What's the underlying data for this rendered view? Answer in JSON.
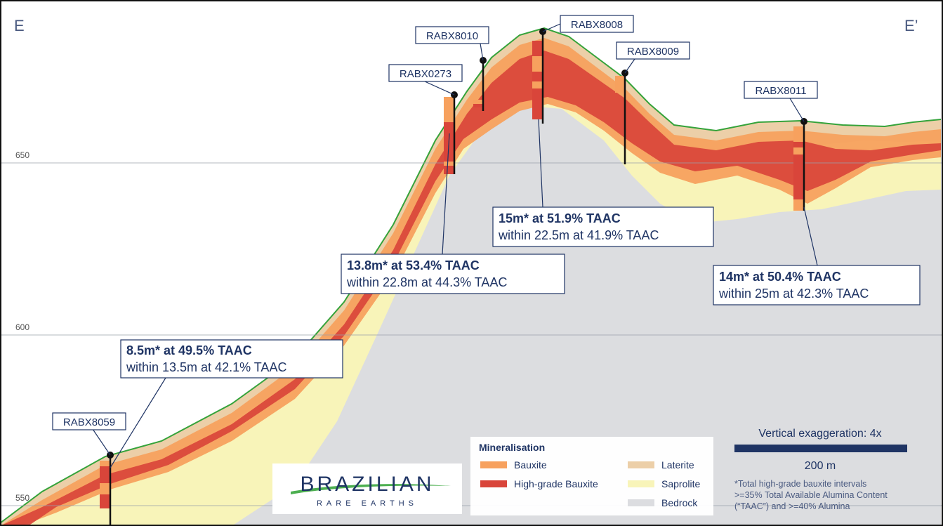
{
  "section": {
    "start_label": "E",
    "end_label": "E’"
  },
  "elevation_axis": {
    "unit": "m",
    "ticks": [
      "650",
      "600",
      "550"
    ]
  },
  "holes": [
    {
      "id": "RABX8059"
    },
    {
      "id": "RABX0273"
    },
    {
      "id": "RABX8010"
    },
    {
      "id": "RABX8008"
    },
    {
      "id": "RABX8009"
    },
    {
      "id": "RABX8011"
    }
  ],
  "intercepts": [
    {
      "hole": "RABX8059",
      "headline": "8.5m* at 49.5% TAAC",
      "detail": "within 13.5m at 42.1% TAAC"
    },
    {
      "hole": "RABX0273",
      "headline": "13.8m* at 53.4% TAAC",
      "detail": "within 22.8m at 44.3% TAAC"
    },
    {
      "hole": "RABX8008",
      "headline": "15m* at 51.9% TAAC",
      "detail": "within 22.5m at 41.9% TAAC"
    },
    {
      "hole": "RABX8011",
      "headline": "14m* at 50.4% TAAC",
      "detail": "within 25m at 42.3% TAAC"
    }
  ],
  "legend": {
    "title": "Mineralisation",
    "items": [
      {
        "label": "Bauxite",
        "color": "#f7a15e"
      },
      {
        "label": "High-grade Bauxite",
        "color": "#d9453a"
      },
      {
        "label": "Laterite",
        "color": "#eccfa8"
      },
      {
        "label": "Saprolite",
        "color": "#f8f4b9"
      },
      {
        "label": "Bedrock",
        "color": "#dcdde0"
      }
    ]
  },
  "scale": {
    "exaggeration": "Vertical exaggeration: 4x",
    "bar_label": "200 m"
  },
  "footnote": [
    "*Total high-grade bauxite intervals",
    ">=35% Total Available Alumina Content",
    "(“TAAC”) and >=40% Alumina"
  ],
  "logo": {
    "name": "BRAZILIAN",
    "tagline": "RARE EARTHS"
  },
  "colors": {
    "navy": "#1f3464",
    "topography": "#35a33b",
    "bauxite": "#f7a15e",
    "high_grade": "#d9453a",
    "laterite": "#eccfa8",
    "saprolite": "#f8f4b9",
    "bedrock": "#dcdde0"
  }
}
